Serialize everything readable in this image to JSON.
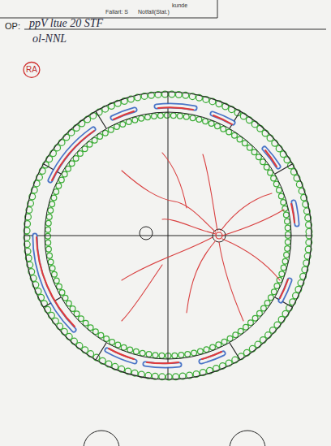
{
  "diagram": {
    "nodes": [
      {
        "text": [
          "RA"
        ]
      }
    ],
    "labels": [
      "kunde",
      "Fallart: S",
      "Notfall(Stat.)",
      "OP:",
      "ppV ltue 20 STF",
      "ol-NNL"
    ]
  }
}
